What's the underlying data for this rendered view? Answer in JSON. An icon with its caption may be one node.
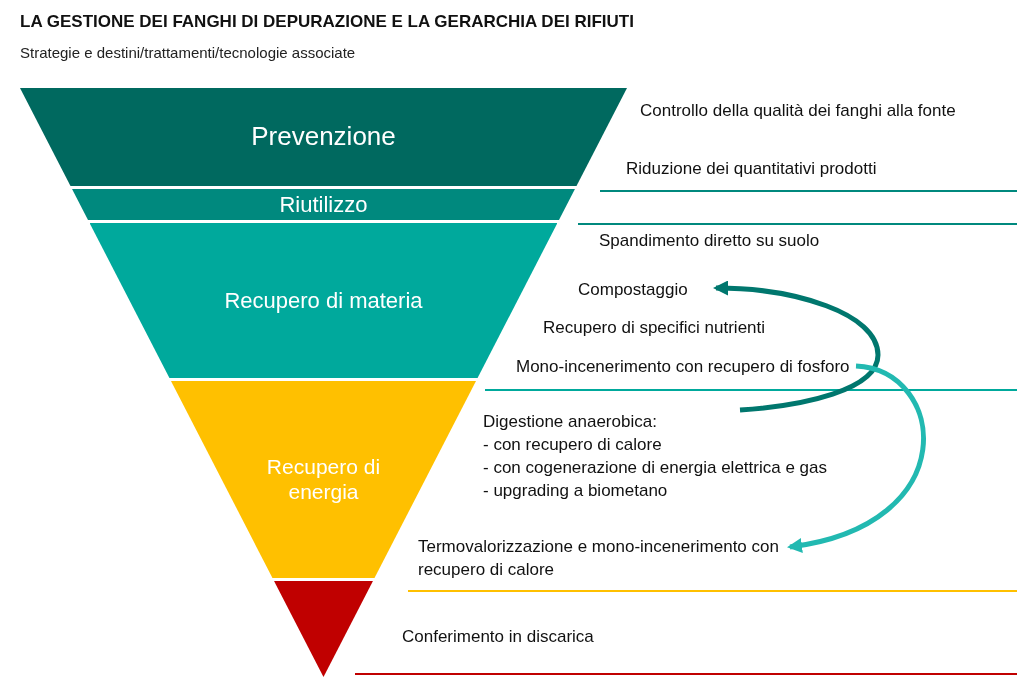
{
  "diagram": {
    "title": "LA GESTIONE DEI FANGHI DI DEPURAZIONE E LA GERARCHIA DEI RIFIUTI",
    "caption": "Strategie e destini/trattamenti/tecnologie associate",
    "nodes": [
      {
        "text": [
          "Prevenzione"
        ]
      },
      {
        "text": [
          "Riutilizzo"
        ]
      },
      {
        "text": [
          "Recupero di materia"
        ]
      },
      {
        "text": [
          "Recupero di energia"
        ]
      },
      {
        "text": [],
        "shape": "triangle"
      },
      {
        "text": [
          "Compostaggio"
        ]
      },
      {
        "text": [
          "Mono-incenerimento con recupero di fosforo"
        ]
      },
      {
        "text": [
          "Digestione anaerobica:",
          "- con recupero di calore",
          "- con cogenerazione di energia elettrica e gas",
          "- upgrading a biometano"
        ]
      },
      {
        "text": [
          "Termovalorizzazione e mono-incenerimento con recupero di calore"
        ]
      }
    ],
    "edges": [
      {
        "from": 7,
        "to": 5,
        "arrow": "to",
        "color": "#00776e"
      },
      {
        "from": 6,
        "to": 8,
        "arrow": "to",
        "color": "#22b9b1"
      }
    ],
    "labels": [
      "Controllo della qualità dei fanghi alla fonte",
      "Riduzione dei quantitativi prodotti",
      "Spandimento diretto su suolo",
      "Recupero di specifici nutrienti",
      "Conferimento in discarica"
    ]
  }
}
